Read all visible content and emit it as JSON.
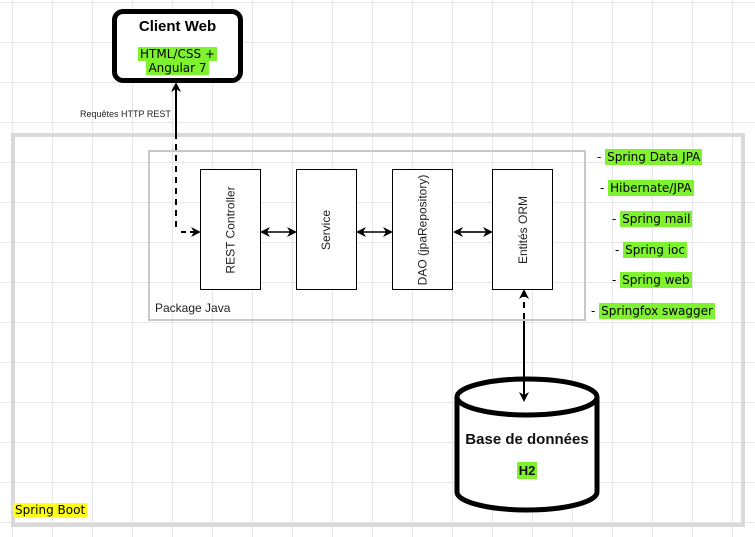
{
  "client": {
    "title": "Client Web",
    "tech_line1": "HTML/CSS +",
    "tech_line2": "Angular 7"
  },
  "connection_label": "Requêtes HTTP REST",
  "package": {
    "label": "Package Java",
    "components": [
      {
        "label": "REST Controller"
      },
      {
        "label": "Service"
      },
      {
        "label": "DAO (jpaRepository)"
      },
      {
        "label": "Entités ORM"
      }
    ]
  },
  "technologies": [
    {
      "prefix": "- ",
      "label": "Spring Data JPA"
    },
    {
      "prefix": "- ",
      "label": "Hibernate/JPA"
    },
    {
      "prefix": "- ",
      "label": "Spring mail"
    },
    {
      "prefix": "- ",
      "label": "Spring ioc"
    },
    {
      "prefix": "- ",
      "label": "Spring web"
    },
    {
      "prefix": "- ",
      "label": "Springfox swagger"
    }
  ],
  "database": {
    "title": "Base de données",
    "tech": "H2"
  },
  "container_label": "Spring Boot",
  "colors": {
    "highlight_green": "#7ff230",
    "highlight_yellow": "#ffff1a"
  }
}
